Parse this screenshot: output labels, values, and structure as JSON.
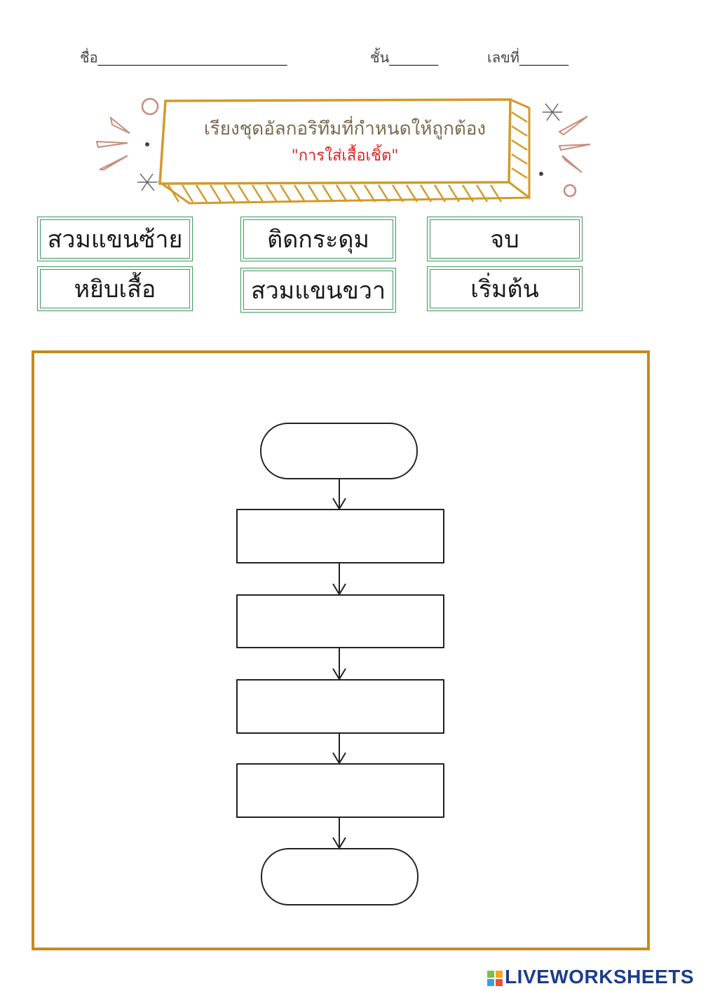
{
  "header": {
    "name_label": "ชื่อ___________________________",
    "class_label": "ชั้น_______",
    "number_label": "เลขที่_______"
  },
  "title": {
    "line1": "เรียงชุดอัลกอริทึมที่กำหนดให้ถูกต้อง",
    "line2": "\"การใส่เสื้อเชิ้ต\""
  },
  "answer_cards": [
    {
      "label": "สวมแขนซ้าย"
    },
    {
      "label": "ติดกระดุม"
    },
    {
      "label": "จบ"
    },
    {
      "label": "หยิบเสื้อ"
    },
    {
      "label": "สวมแขนขวา"
    },
    {
      "label": "เริ่มต้น"
    }
  ],
  "flowchart": {
    "start_value": "",
    "steps": [
      "",
      "",
      "",
      ""
    ],
    "end_value": ""
  },
  "colors": {
    "frame_border": "#c58b1c",
    "card_border": "#3d9a5a",
    "title_text": "#7a6a4f",
    "title_highlight": "#e02424",
    "banner_border": "#d29a2a"
  },
  "footer": {
    "brand": "LIVEWORKSHEETS"
  }
}
